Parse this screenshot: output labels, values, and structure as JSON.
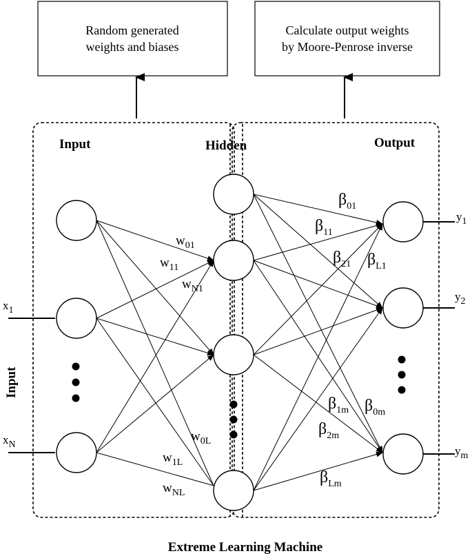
{
  "boxes": {
    "left": {
      "line1": "Random generated",
      "line2": "weights and biases"
    },
    "right": {
      "line1": "Calculate output weights",
      "line2": "by Moore-Penrose inverse"
    }
  },
  "sections": {
    "input": "Input",
    "hidden": "Hidden",
    "output": "Output",
    "input_side": "Input"
  },
  "input_labels": [
    {
      "base": "x",
      "sub": "1"
    },
    {
      "base": "x",
      "sub": "N"
    }
  ],
  "output_labels": [
    {
      "base": "y",
      "sub": "1"
    },
    {
      "base": "y",
      "sub": "2"
    },
    {
      "base": "y",
      "sub": "m"
    }
  ],
  "input_weights": [
    {
      "base": "w",
      "sub": "01"
    },
    {
      "base": "w",
      "sub": "11"
    },
    {
      "base": "w",
      "sub": "N1"
    },
    {
      "base": "w",
      "sub": "0L"
    },
    {
      "base": "w",
      "sub": "1L"
    },
    {
      "base": "w",
      "sub": "NL"
    }
  ],
  "output_weights": [
    {
      "base": "β",
      "sub": "01"
    },
    {
      "base": "β",
      "sub": "11"
    },
    {
      "base": "β",
      "sub": "21"
    },
    {
      "base": "β",
      "sub": "L1"
    },
    {
      "base": "β",
      "sub": "1m"
    },
    {
      "base": "β",
      "sub": "0m"
    },
    {
      "base": "β",
      "sub": "2m"
    },
    {
      "base": "β",
      "sub": "Lm"
    }
  ],
  "caption": "Extreme Learning Machine"
}
